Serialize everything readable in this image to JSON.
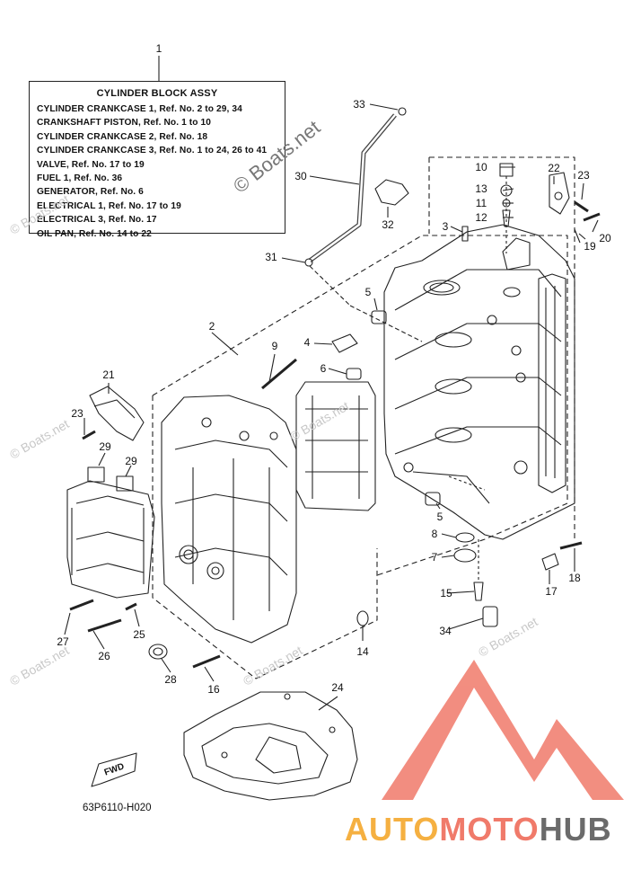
{
  "legend": {
    "title": "CYLINDER BLOCK ASSY",
    "lines": [
      "CYLINDER CRANKCASE 1,  Ref. No. 2 to 29, 34",
      "CRANKSHAFT PISTON,  Ref. No. 1 to 10",
      "CYLINDER CRANKCASE 2,  Ref. No. 18",
      "CYLINDER CRANKCASE 3,  Ref. No. 1 to 24, 26 to 41",
      "VALVE,  Ref. No. 17 to 19",
      "FUEL 1,  Ref. No. 36",
      "GENERATOR,  Ref. No. 6",
      "ELECTRICAL 1,  Ref. No. 17 to 19",
      "ELECTRICAL 3,  Ref. No. 17",
      "OIL PAN,  Ref. No. 14 to 22"
    ]
  },
  "callouts": [
    {
      "id": "c1",
      "text": "1"
    },
    {
      "id": "c2",
      "text": "2"
    },
    {
      "id": "c3",
      "text": "3"
    },
    {
      "id": "c4",
      "text": "4"
    },
    {
      "id": "c5a",
      "text": "5"
    },
    {
      "id": "c5b",
      "text": "5"
    },
    {
      "id": "c6",
      "text": "6"
    },
    {
      "id": "c7",
      "text": "7"
    },
    {
      "id": "c8",
      "text": "8"
    },
    {
      "id": "c9",
      "text": "9"
    },
    {
      "id": "c10",
      "text": "10"
    },
    {
      "id": "c11",
      "text": "11"
    },
    {
      "id": "c12",
      "text": "12"
    },
    {
      "id": "c13",
      "text": "13"
    },
    {
      "id": "c14",
      "text": "14"
    },
    {
      "id": "c15",
      "text": "15"
    },
    {
      "id": "c16",
      "text": "16"
    },
    {
      "id": "c17",
      "text": "17"
    },
    {
      "id": "c18",
      "text": "18"
    },
    {
      "id": "c19",
      "text": "19"
    },
    {
      "id": "c20",
      "text": "20"
    },
    {
      "id": "c21",
      "text": "21"
    },
    {
      "id": "c22",
      "text": "22"
    },
    {
      "id": "c23a",
      "text": "23"
    },
    {
      "id": "c23b",
      "text": "23"
    },
    {
      "id": "c24",
      "text": "24"
    },
    {
      "id": "c25",
      "text": "25"
    },
    {
      "id": "c26",
      "text": "26"
    },
    {
      "id": "c27",
      "text": "27"
    },
    {
      "id": "c28",
      "text": "28"
    },
    {
      "id": "c29a",
      "text": "29"
    },
    {
      "id": "c29b",
      "text": "29"
    },
    {
      "id": "c30",
      "text": "30"
    },
    {
      "id": "c31",
      "text": "31"
    },
    {
      "id": "c32",
      "text": "32"
    },
    {
      "id": "c33",
      "text": "33"
    },
    {
      "id": "c34",
      "text": "34"
    }
  ],
  "diagram_code": "63P6110-H020",
  "fwd_label": "FWD",
  "watermark_main": "© Boats.net",
  "watermark_faint": "© Boats.net",
  "brand": {
    "part1": "AUTO",
    "part2": "MOTO",
    "part3": "HUB"
  },
  "colors": {
    "line": "#222222",
    "brand_red": "#f07a6a",
    "brand_orange": "#f5b041",
    "brand_gray": "#6b6b6b"
  }
}
